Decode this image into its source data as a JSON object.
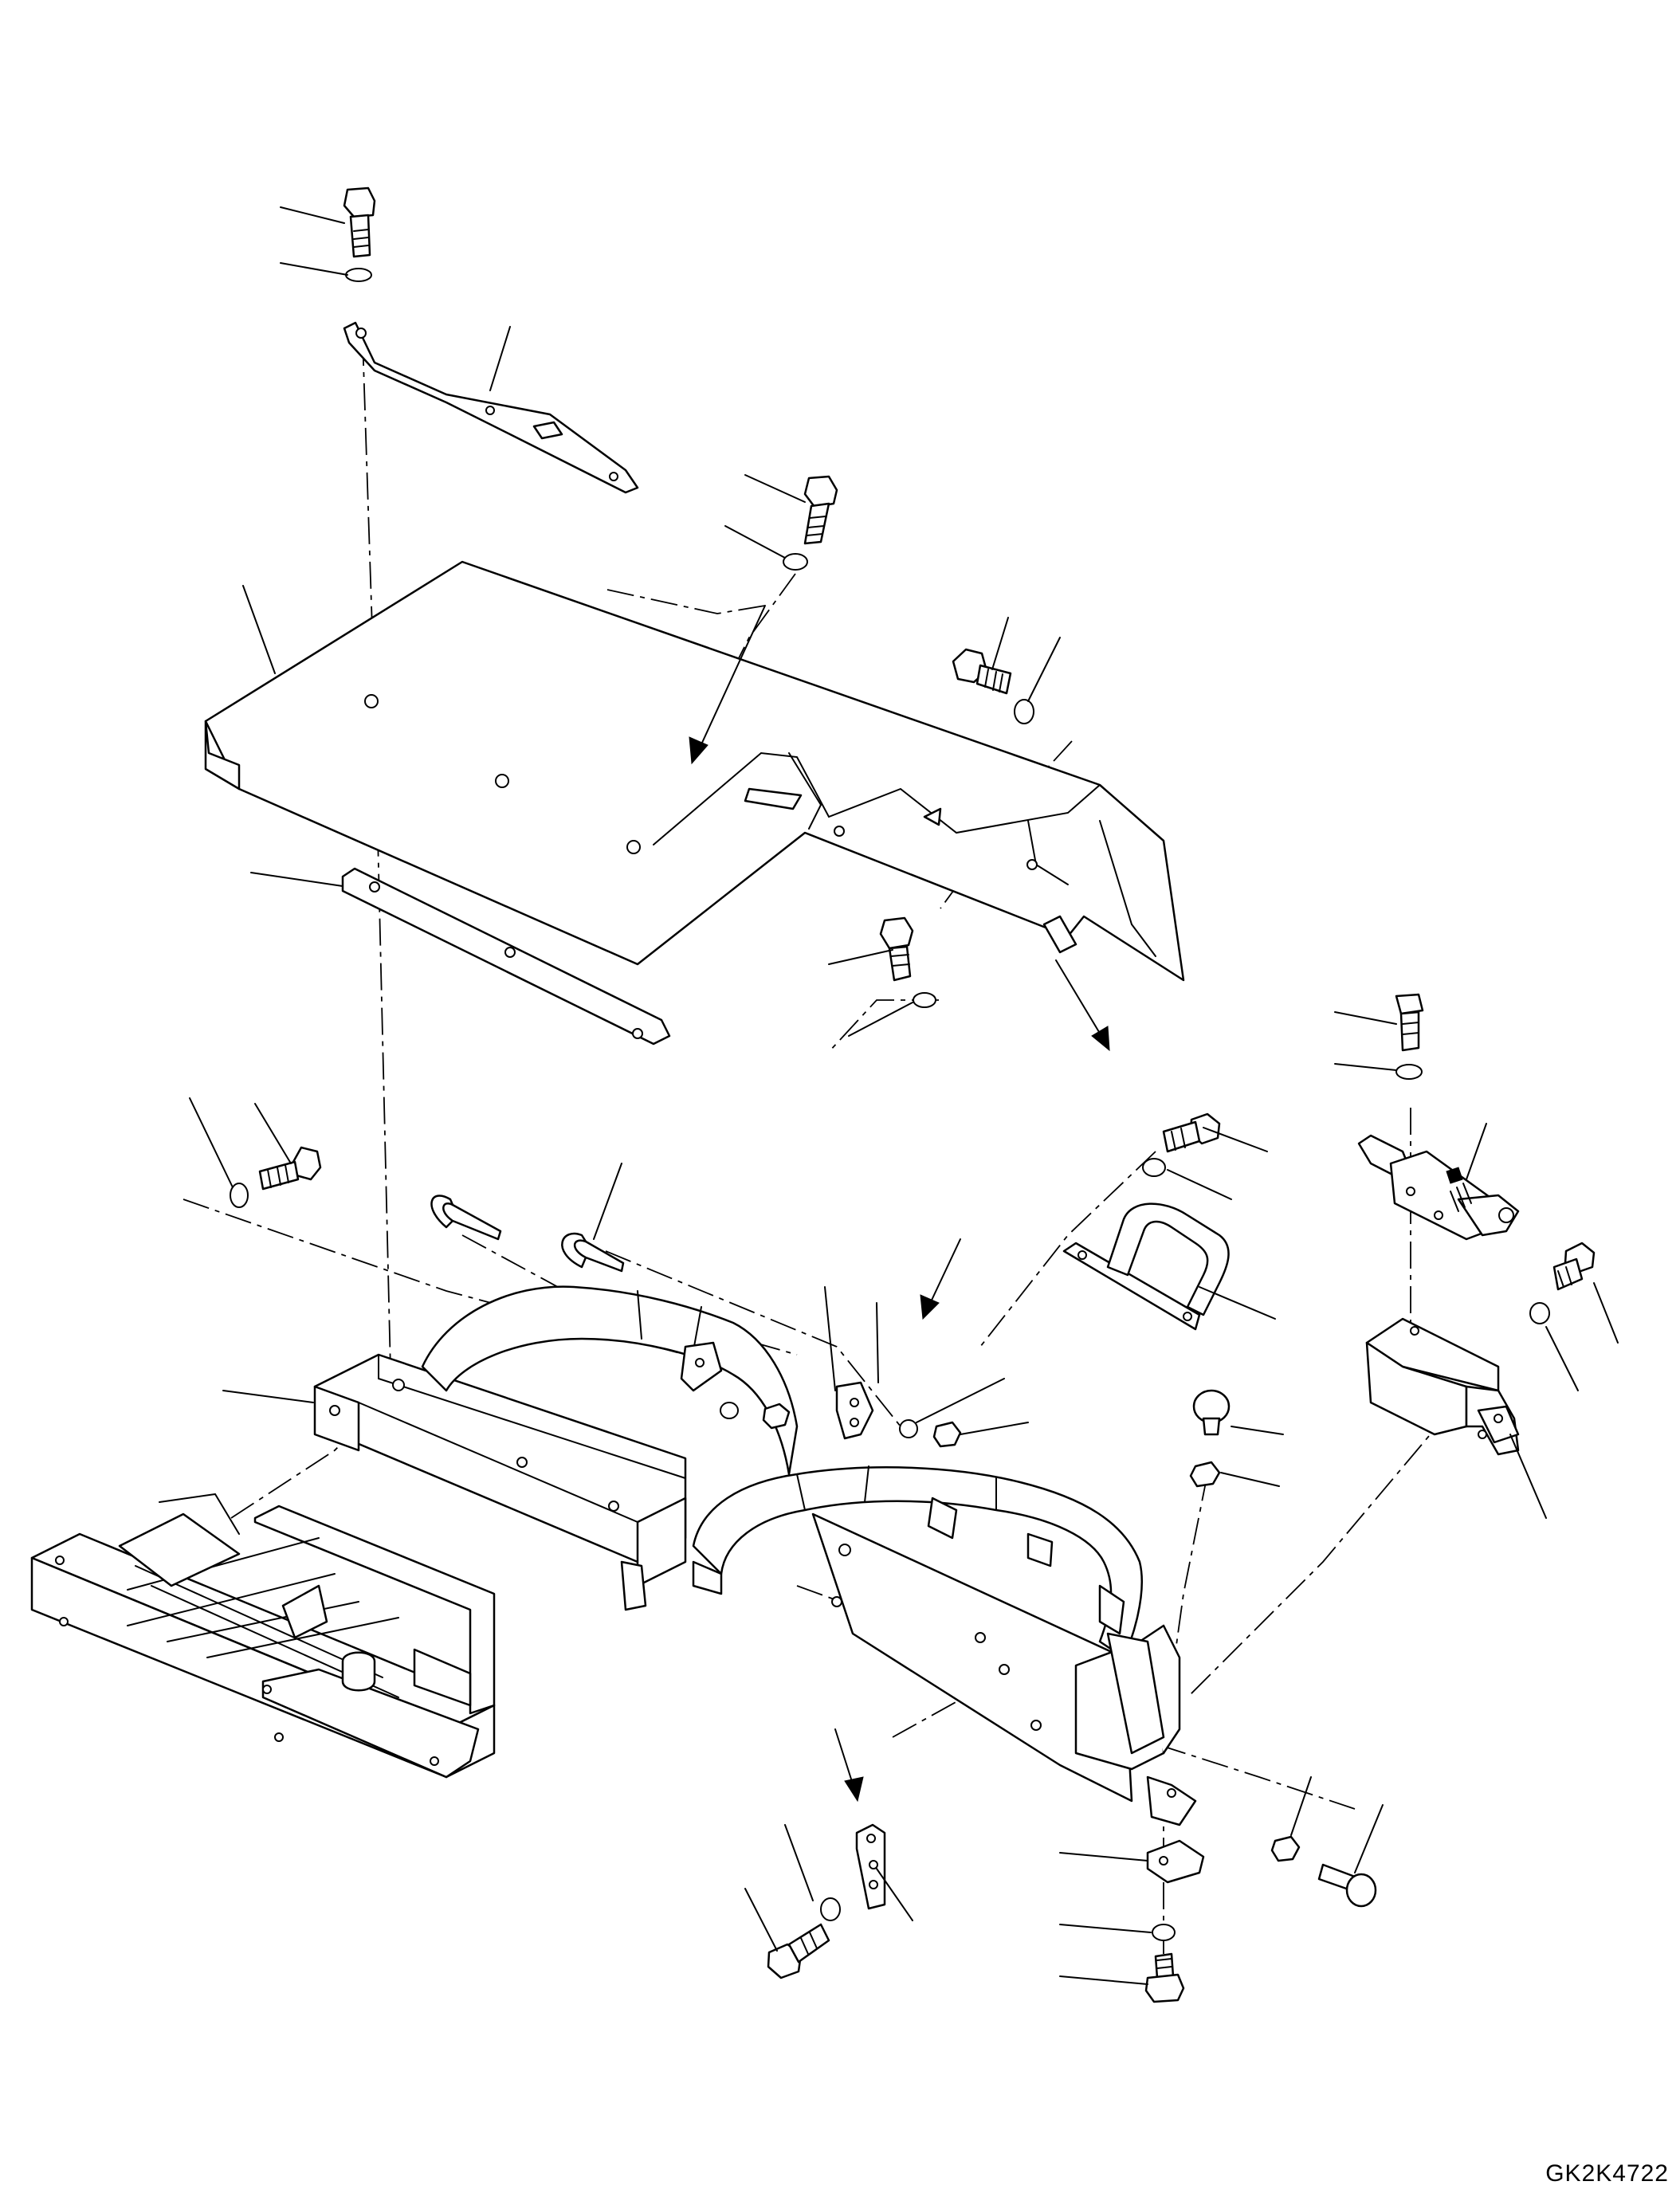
{
  "drawing": {
    "code": "GK2K4722",
    "colors": {
      "line": "#000000",
      "background": "#ffffff"
    },
    "parts": [
      "bolt-top",
      "washer-top",
      "rear-bracket",
      "cover-panel",
      "lower-strap",
      "bolt-mid",
      "washer-mid",
      "bolt-side",
      "washer-side",
      "bolt-lower-mid",
      "washer-lower-mid",
      "bolt-left",
      "washer-left",
      "u-bolt-left",
      "u-bolt-right",
      "seat-frame",
      "seat-rail-assembly",
      "handle",
      "bolt-handle",
      "washer-handle",
      "latch",
      "bolt-latch",
      "washer-latch",
      "latch-bracket",
      "bolt-bracket",
      "washer-bracket",
      "knob",
      "nut-knob",
      "clamp-left",
      "clamp-right",
      "nut-clamp",
      "washer-clamp",
      "front-bracket",
      "bolt-front",
      "washer-front",
      "spacer-plate",
      "washer-bottom",
      "bolt-bottom",
      "nut-right",
      "knob-bolt-right"
    ]
  }
}
